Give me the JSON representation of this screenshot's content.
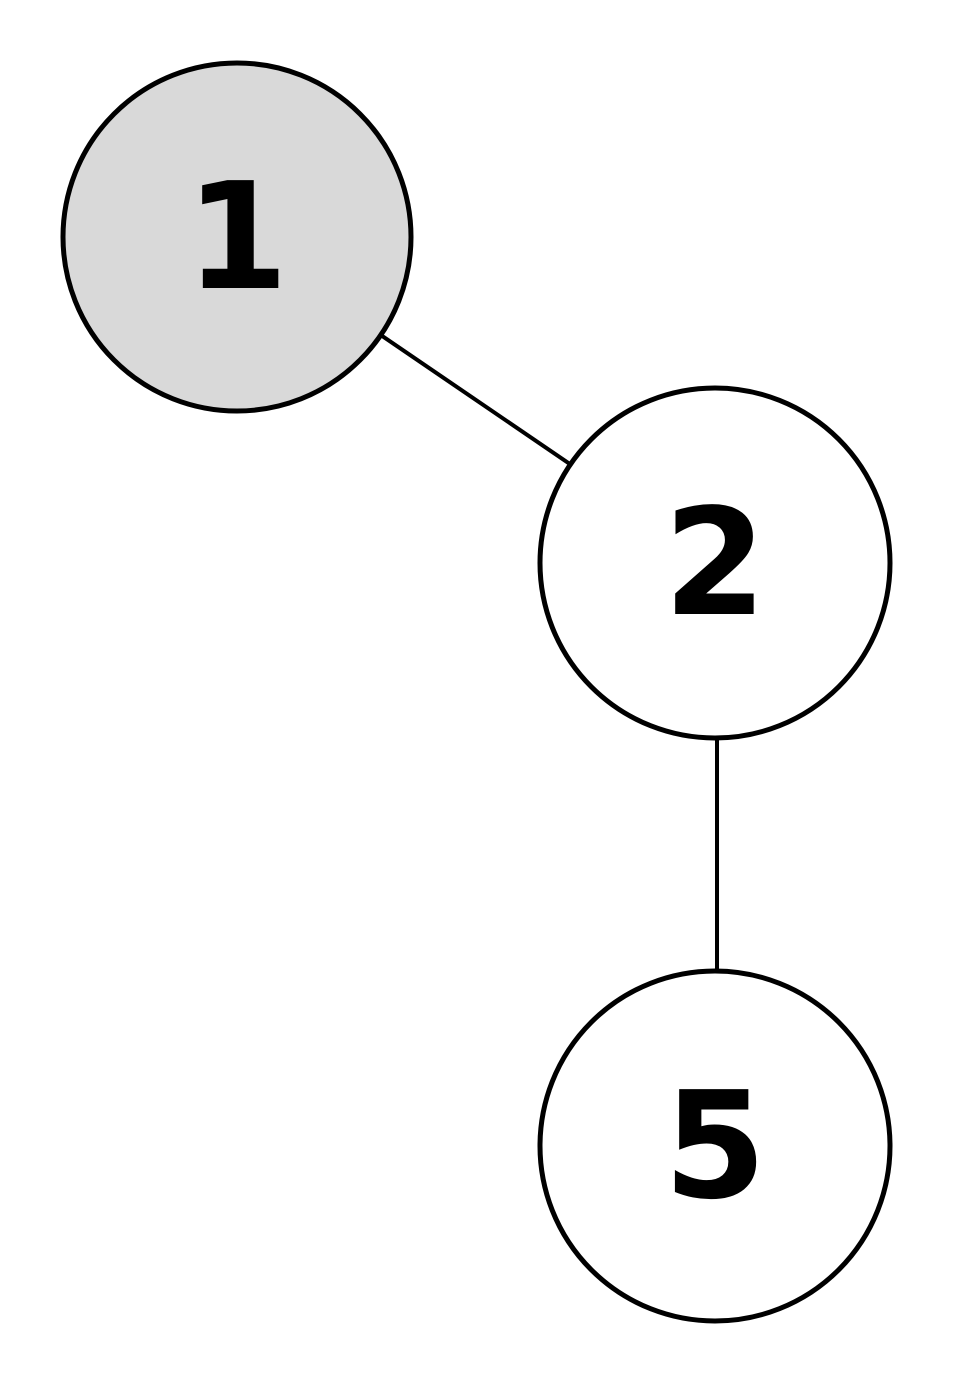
{
  "nodes": [
    {
      "id": "n1",
      "label": "1",
      "fill": "#d9d9d9"
    },
    {
      "id": "n2",
      "label": "2",
      "fill": "#ffffff"
    },
    {
      "id": "n5",
      "label": "5",
      "fill": "#ffffff"
    }
  ],
  "edges": [
    {
      "from": "1",
      "to": "2"
    },
    {
      "from": "2",
      "to": "5"
    }
  ],
  "colors": {
    "stroke": "#000000",
    "highlight_fill": "#d9d9d9",
    "default_fill": "#ffffff"
  }
}
